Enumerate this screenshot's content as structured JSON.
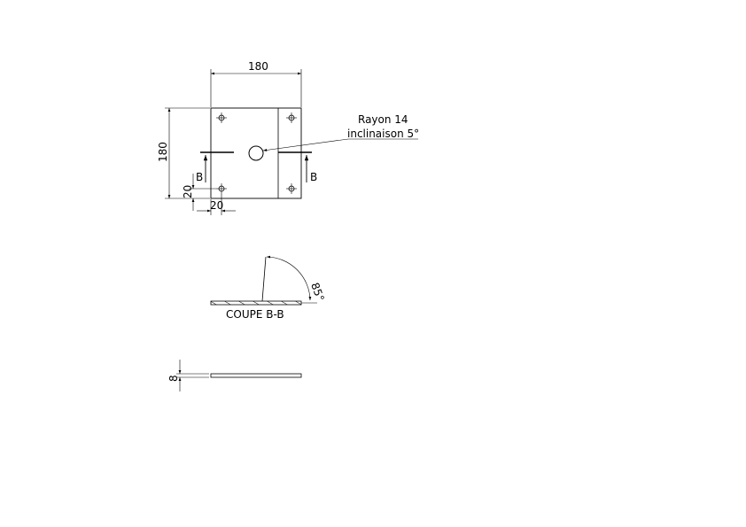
{
  "plan_view": {
    "width_dimension": "180",
    "height_dimension": "180",
    "hole_offset_x": "20",
    "hole_offset_y": "20",
    "section_marker_left": "B",
    "section_marker_right": "B"
  },
  "callout": {
    "line1": "Rayon 14",
    "line2": "inclinaison 5°"
  },
  "section_view": {
    "title": "COUPE B-B",
    "angle": "85°"
  },
  "side_view": {
    "thickness_dimension": "8"
  },
  "colors": {
    "line": "#000000",
    "background": "#ffffff"
  }
}
